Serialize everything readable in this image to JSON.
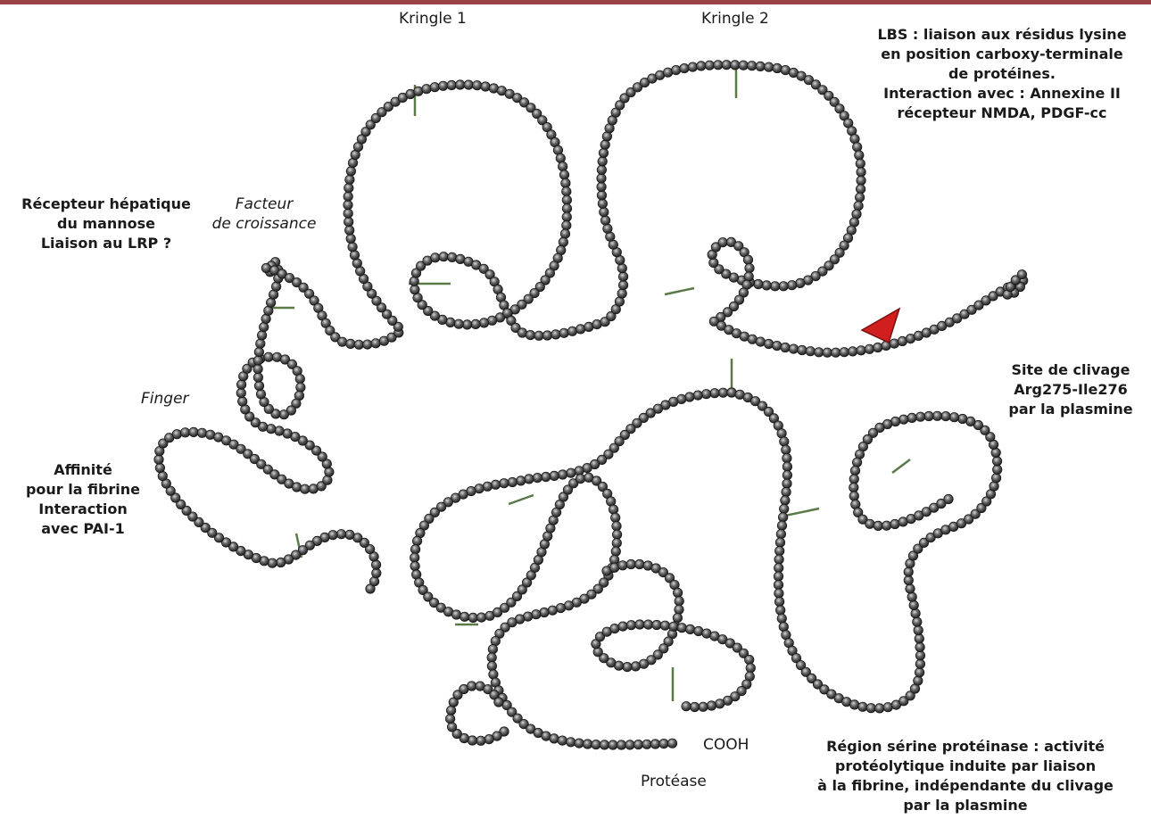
{
  "labels": {
    "kringle1": "Kringle 1",
    "kringle2": "Kringle 2",
    "lbs": [
      "LBS : liaison aux résidus lysine",
      "en position carboxy-terminale",
      "de protéines.",
      "Interaction avec : Annexine II",
      "récepteur NMDA, PDGF-cc"
    ],
    "receptor": [
      "Récepteur hépatique",
      "du mannose",
      "Liaison au LRP ?"
    ],
    "growth_factor": [
      "Facteur",
      "de croissance"
    ],
    "finger": "Finger",
    "affinity": [
      "Affinité",
      "pour la fibrine",
      "Interaction",
      "avec PAI-1"
    ],
    "cleavage": [
      "Site de clivage",
      "Arg275-Ile276",
      "par la plasmine"
    ],
    "cooh": "COOH",
    "protease": "Protéase",
    "serine_region": [
      "Région sérine protéinase : activité",
      "protéolytique induite par liaison",
      "à la fibrine, indépendante du clivage",
      "par la plasmine"
    ]
  },
  "colors": {
    "rule": "#9a4143",
    "bead": "#3a3a3a",
    "bridge": "#5b7a4a",
    "cleavage_marker": "#d11f1f"
  }
}
